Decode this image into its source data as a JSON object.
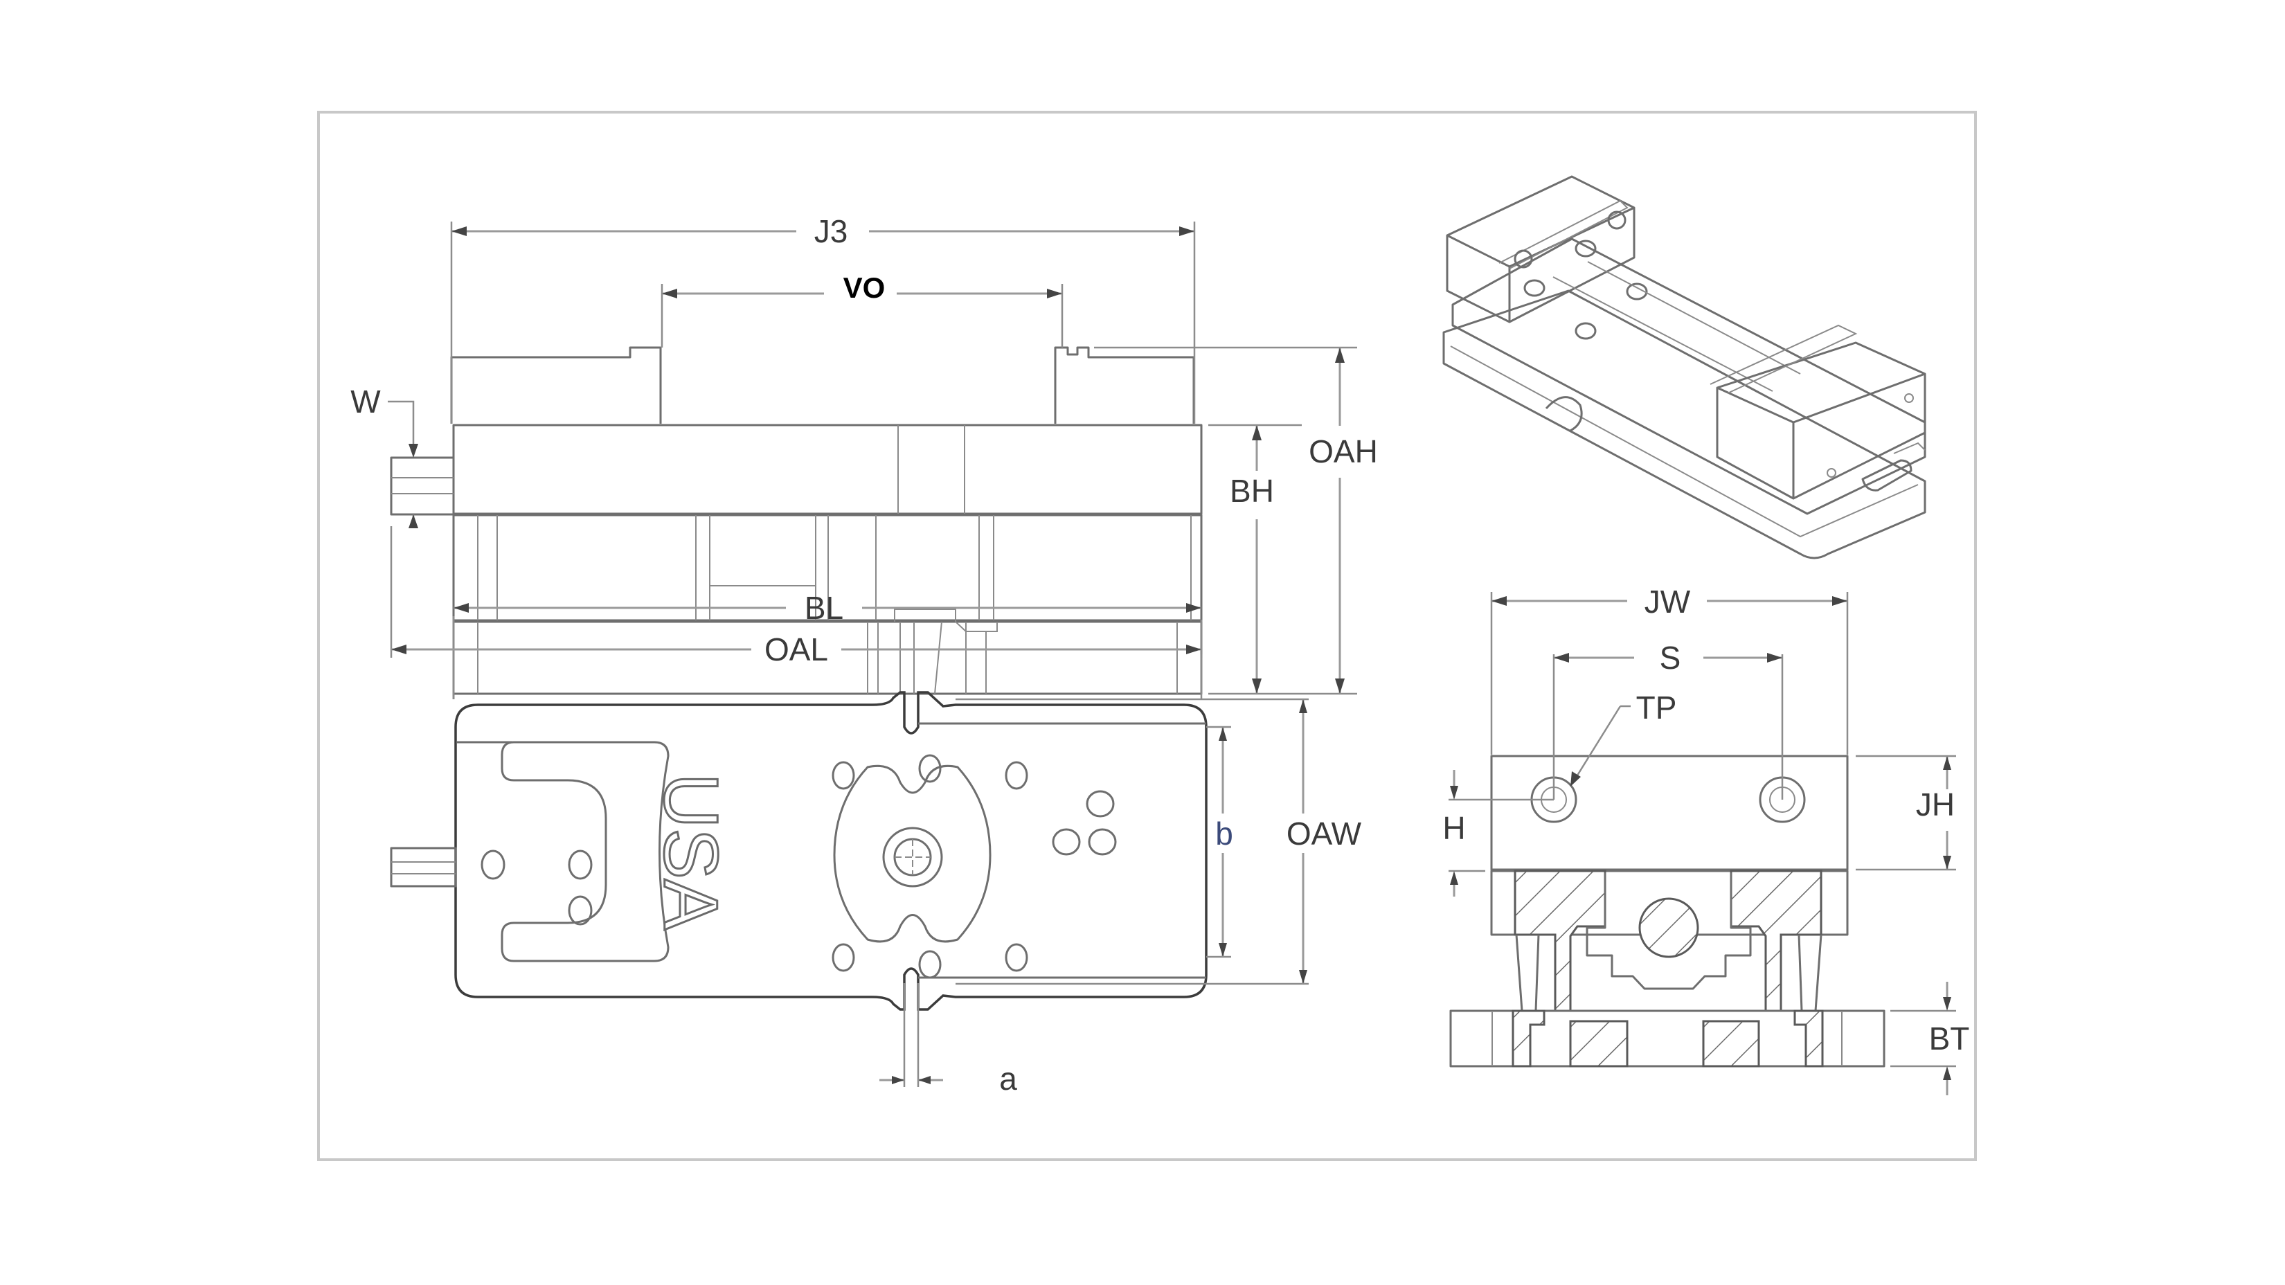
{
  "drawing": {
    "title": "Machine vise dimension drawing",
    "views": {
      "side_view": {
        "labels": {
          "j3": "J3",
          "vo": "VO",
          "w": "W",
          "oah": "OAH",
          "bh": "BH",
          "bl": "BL",
          "oal": "OAL"
        }
      },
      "top_view": {
        "engraving": "USA",
        "labels": {
          "b": "b",
          "oaw": "OAW",
          "a": "a"
        }
      },
      "end_section_view": {
        "labels": {
          "jw": "JW",
          "s": "S",
          "tp": "TP",
          "h": "H",
          "jh": "JH",
          "bt": "BT"
        }
      },
      "isometric_view": {
        "caption": ""
      }
    },
    "colors": {
      "frame": "#c8c8c8",
      "line": "#6e6e6e",
      "label": "#3a3a3a",
      "label_b": "#3b4a7a",
      "label_vo": "#000000"
    }
  }
}
